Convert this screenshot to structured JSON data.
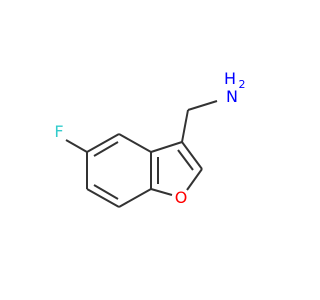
{
  "molecule": {
    "atoms": {
      "amine_n": {
        "symbol": "N",
        "h_count": "2",
        "color": "#0000ff"
      },
      "fluorine": {
        "symbol": "F",
        "color": "#33cccc"
      },
      "furan_o": {
        "symbol": "O",
        "color": "#ff0000"
      }
    },
    "bond_color": "#333333"
  }
}
